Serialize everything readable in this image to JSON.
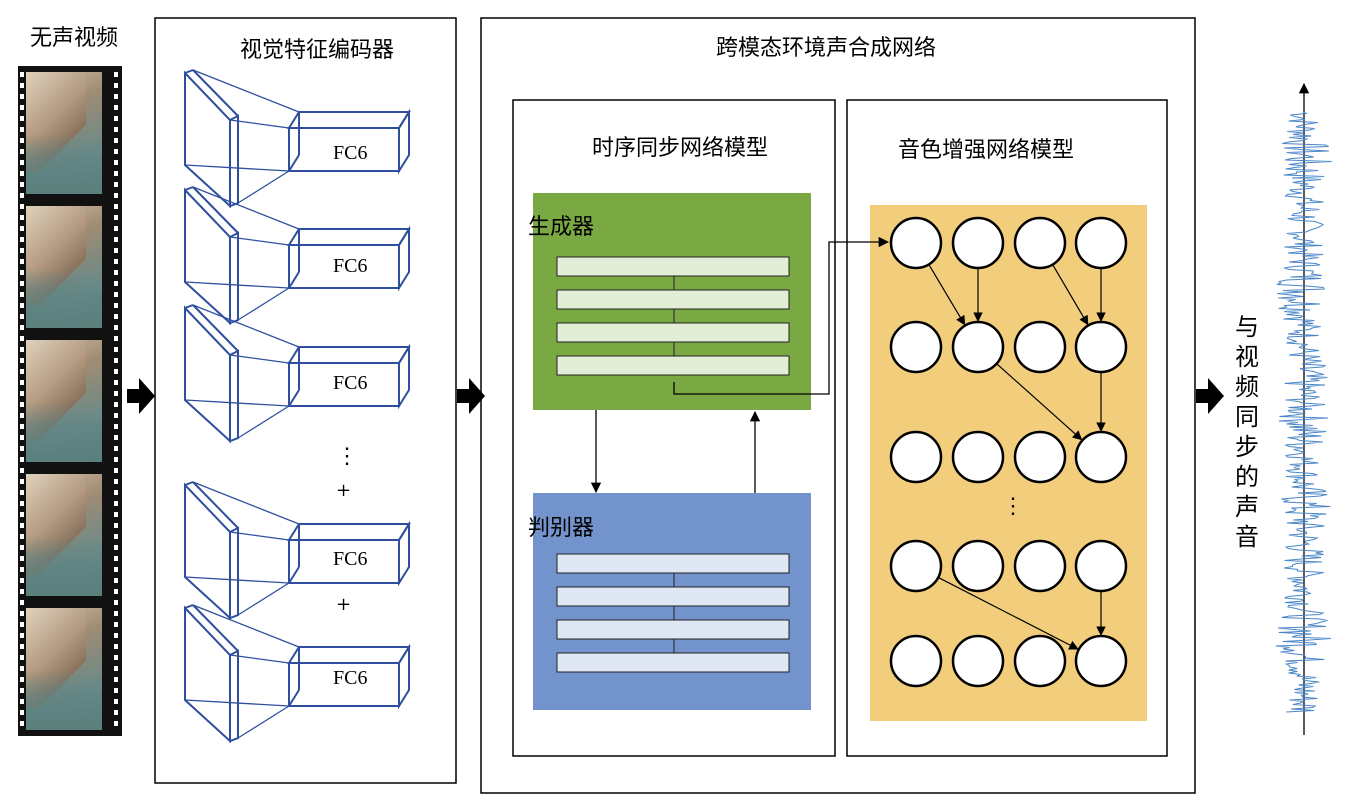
{
  "colors": {
    "encoder_blue": "#2f4f9e",
    "generator_green": "#7aa944",
    "generator_bar": "#e2eed6",
    "discriminator_blue": "#7293cc",
    "discriminator_bar": "#dfe6f4",
    "timbre_yellow": "#f2cd7c",
    "waveform": "#4a86c8"
  },
  "input": {
    "title": "无声视频"
  },
  "encoder": {
    "title": "视觉特征编码器",
    "fc_labels": [
      "FC6",
      "FC6",
      "FC6",
      "FC6",
      "FC6"
    ],
    "dots": "⋮",
    "plus": [
      "+",
      "+"
    ]
  },
  "network": {
    "title": "跨模态环境声合成网络",
    "sync_model": {
      "title": "时序同步网络模型",
      "generator_label": "生成器",
      "discriminator_label": "判别器"
    },
    "timbre_model": {
      "title": "音色增强网络模型",
      "dots": "⋮"
    }
  },
  "output": {
    "title": "与视频同步的声音"
  },
  "icons": [
    "flow-arrow-icon",
    "film-strip-icon",
    "waveform-icon"
  ]
}
